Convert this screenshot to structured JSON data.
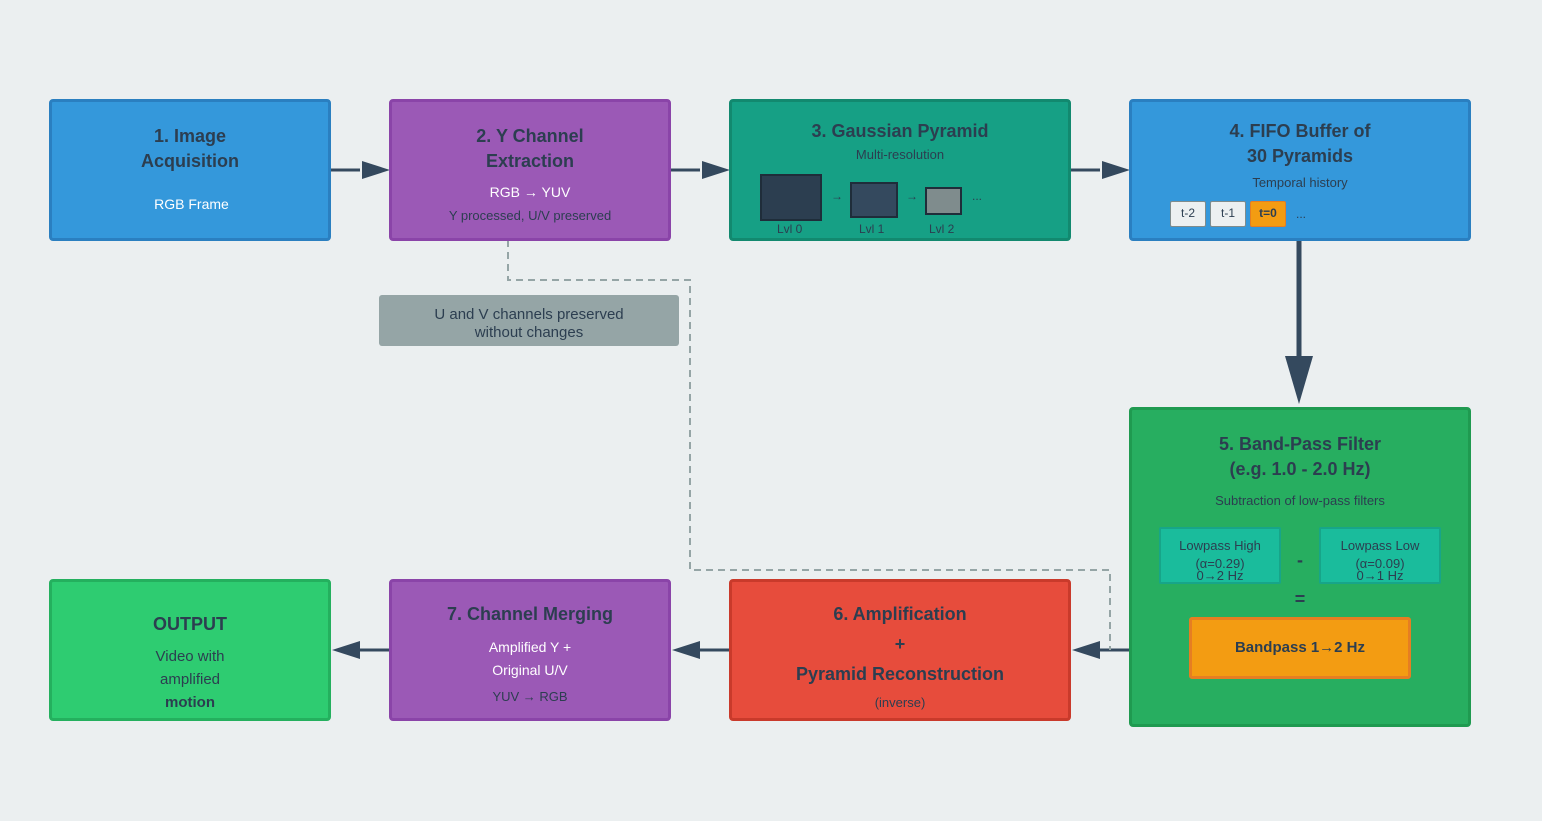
{
  "colors": {
    "background": "#ebeff0",
    "acquisition": "#3498db",
    "extraction": "#9b59b6",
    "pyramid": "#16a085",
    "buffer": "#3498db",
    "bandpass": "#27ae60",
    "amplification": "#e74c3c",
    "merging": "#9b59b6",
    "output": "#2ecc71",
    "note": "#95a5a6",
    "highlight": "#f39c12",
    "arrow": "#34495e"
  },
  "step1": {
    "title_line1": "1. Image",
    "title_line2": "Acquisition",
    "subtitle": "RGB Frame"
  },
  "step2": {
    "title_line1": "2. Y Channel",
    "title_line2": "Extraction",
    "conversion": "RGB → YUV",
    "note": "Y processed, U/V preserved"
  },
  "step3": {
    "title": "3. Gaussian Pyramid",
    "subtitle": "Multi-resolution",
    "levels": [
      "Lvl 0",
      "Lvl 1",
      "Lvl 2"
    ],
    "arrow": "→",
    "ellipsis": "..."
  },
  "step4": {
    "title_line1": "4. FIFO Buffer of",
    "title_line2": "30 Pyramids",
    "subtitle": "Temporal history",
    "frames": [
      "t-2",
      "t-1",
      "t=0"
    ],
    "ellipsis": "..."
  },
  "step5": {
    "title_line1": "5. Band-Pass Filter",
    "title_line2": "(e.g. 1.0 - 2.0 Hz)",
    "subtitle": "Subtraction of low-pass filters",
    "lowpass_high": {
      "label": "Lowpass High",
      "alpha": "(α=0.29)",
      "range": "0→2 Hz"
    },
    "minus": "-",
    "lowpass_low": {
      "label": "Lowpass Low",
      "alpha": "(α=0.09)",
      "range": "0→1 Hz"
    },
    "equals": "=",
    "result": "Bandpass 1→2 Hz"
  },
  "step6": {
    "title_line1": "6. Amplification",
    "plus": "+",
    "title_line2": "Pyramid Reconstruction",
    "subtitle": "(inverse)"
  },
  "step7": {
    "title": "7. Channel Merging",
    "line1": "Amplified Y +",
    "line2": "Original U/V",
    "conversion": "YUV → RGB"
  },
  "output": {
    "title": "OUTPUT",
    "line1": "Video with",
    "line2": "amplified",
    "line3": "motion"
  },
  "note": {
    "line1": "U and V channels preserved",
    "line2": "without changes"
  }
}
